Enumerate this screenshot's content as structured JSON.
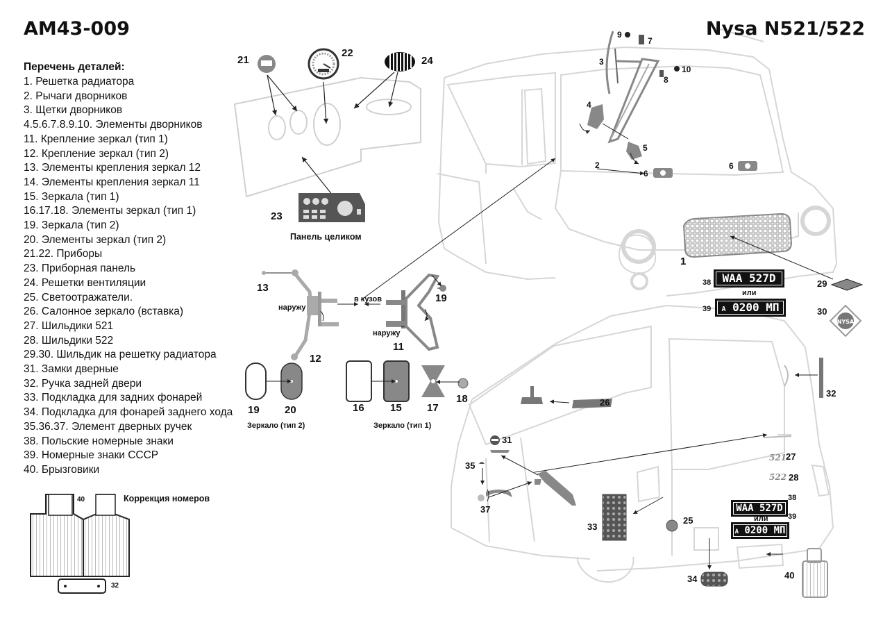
{
  "header": {
    "article": "AM43-009",
    "model": "Nysa N521/522"
  },
  "parts": {
    "heading": "Перечень деталей:",
    "items": [
      "1. Решетка радиатора",
      "2. Рычаги дворников",
      "3. Щетки дворников",
      "4.5.6.7.8.9.10. Элементы дворников",
      "11. Крепление зеркал (тип 1)",
      "12. Крепление зеркал (тип 2)",
      "13. Элементы крепления зеркал 12",
      "14. Элементы крепления зеркал 11",
      "15. Зеркала (тип 1)",
      "16.17.18. Элементы зеркал (тип 1)",
      "19. Зеркала (тип 2)",
      "20. Элементы зеркал (тип 2)",
      "21.22. Приборы",
      "23. Приборная панель",
      "24. Решетки вентиляции",
      "25. Светоотражатели.",
      "26. Салонное зеркало (вставка)",
      "27. Шильдики 521",
      "28. Шильдики 522",
      "29.30. Шильдик на решетку радиатора",
      "31. Замки дверные",
      "32. Ручка задней двери",
      "33. Подкладка для задних фонарей",
      "34. Подкладка для фонарей заднего хода",
      "35.36.37. Элемент дверных ручек",
      "38. Польские номерные знаки",
      "39. Номерные знаки СССР",
      "40. Брызговики"
    ]
  },
  "captions": {
    "panel_whole": "Панель целиком",
    "mirror_type2": "Зеркало (тип 2)",
    "mirror_type1": "Зеркало (тип 1)",
    "number_correction": "Коррекция номеров",
    "outward": "наружу",
    "into_body": "в кузов",
    "or": "или"
  },
  "plates": {
    "polish": "WAA 527D",
    "ussr_letter": "A",
    "ussr_number": "0200 МП"
  },
  "badges": {
    "b521": "521",
    "b522": "522"
  },
  "labels": {
    "n1": "1",
    "n2": "2",
    "n3": "3",
    "n4": "4",
    "n5": "5",
    "n6": "6",
    "n7": "7",
    "n8": "8",
    "n9": "9",
    "n10": "10",
    "n11": "11",
    "n12": "12",
    "n13": "13",
    "n15": "15",
    "n16": "16",
    "n17": "17",
    "n18": "18",
    "n19": "19",
    "n20": "20",
    "n21": "21",
    "n22": "22",
    "n23": "23",
    "n24": "24",
    "n25": "25",
    "n26": "26",
    "n27": "27",
    "n28": "28",
    "n29": "29",
    "n30": "30",
    "n31": "31",
    "n32": "32",
    "n33": "33",
    "n34": "34",
    "n35": "35",
    "n37": "37",
    "n38": "38",
    "n39": "39",
    "n40": "40"
  },
  "colors": {
    "outline": "#d8d8d8",
    "part_grey": "#7a7a7a",
    "dark": "#3c3c3c"
  }
}
